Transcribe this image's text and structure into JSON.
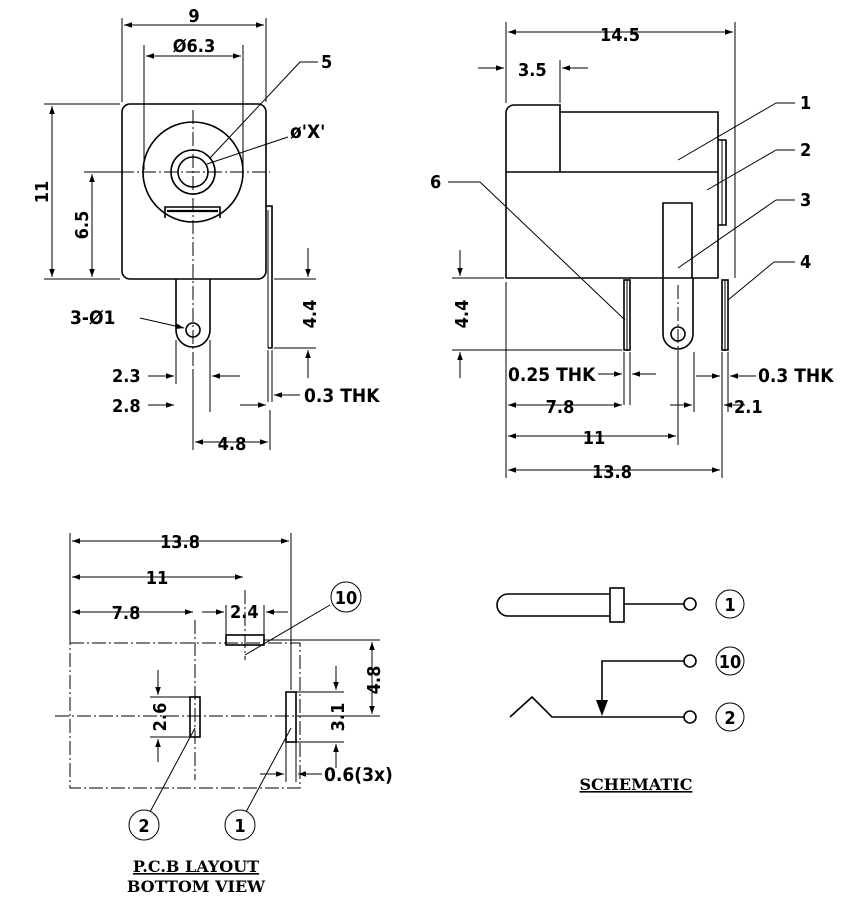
{
  "front_view": {
    "width_dim": "9",
    "hole_dim": "Ø6.3",
    "height_dim": "11",
    "center_dim": "6.5",
    "pin_dim": "3-Ø1",
    "pin_len_dim": "4.4",
    "offset_a": "2.3",
    "offset_b": "2.8",
    "thk_dim": "0.3 THK",
    "pin_span_dim": "4.8",
    "pin_dia": "ø'X'",
    "callout_5": "5"
  },
  "side_view": {
    "length_dim": "14.5",
    "front_dim": "3.5",
    "pin_len_dim": "4.4",
    "thk_a": "0.25 THK",
    "thk_b": "0.3 THK",
    "dim_a": "7.8",
    "dim_b": "2.1",
    "dim_c": "11",
    "dim_d": "13.8",
    "callouts": [
      "1",
      "2",
      "3",
      "4",
      "6"
    ]
  },
  "pcb": {
    "dim_total": "13.8",
    "dim_a": "11",
    "dim_b": "7.8",
    "dim_c": "2.4",
    "dim_d": "4.8",
    "dim_e": "2.6",
    "dim_f": "3.1",
    "dim_g": "0.6(3x)",
    "pad_10": "10",
    "pad_2": "2",
    "pad_1": "1",
    "caption_line1": "P.C.B LAYOUT",
    "caption_line2": "BOTTOM VIEW"
  },
  "schematic": {
    "pin_1": "1",
    "pin_10": "10",
    "pin_2": "2",
    "caption": "SCHEMATIC"
  }
}
